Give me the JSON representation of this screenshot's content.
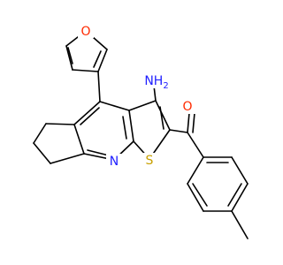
{
  "molecule": {
    "atoms": {
      "O": {
        "text": "O",
        "color": "#ff2a00"
      },
      "NH2": {
        "text": "NH",
        "sub": "2",
        "color": "#2020ff"
      },
      "O_furan": {
        "text": "O",
        "color": "#ff2a00"
      },
      "N": {
        "text": "N",
        "color": "#2020ff"
      },
      "S": {
        "text": "S",
        "color": "#c8a000"
      }
    },
    "bond_color": "#000000"
  }
}
